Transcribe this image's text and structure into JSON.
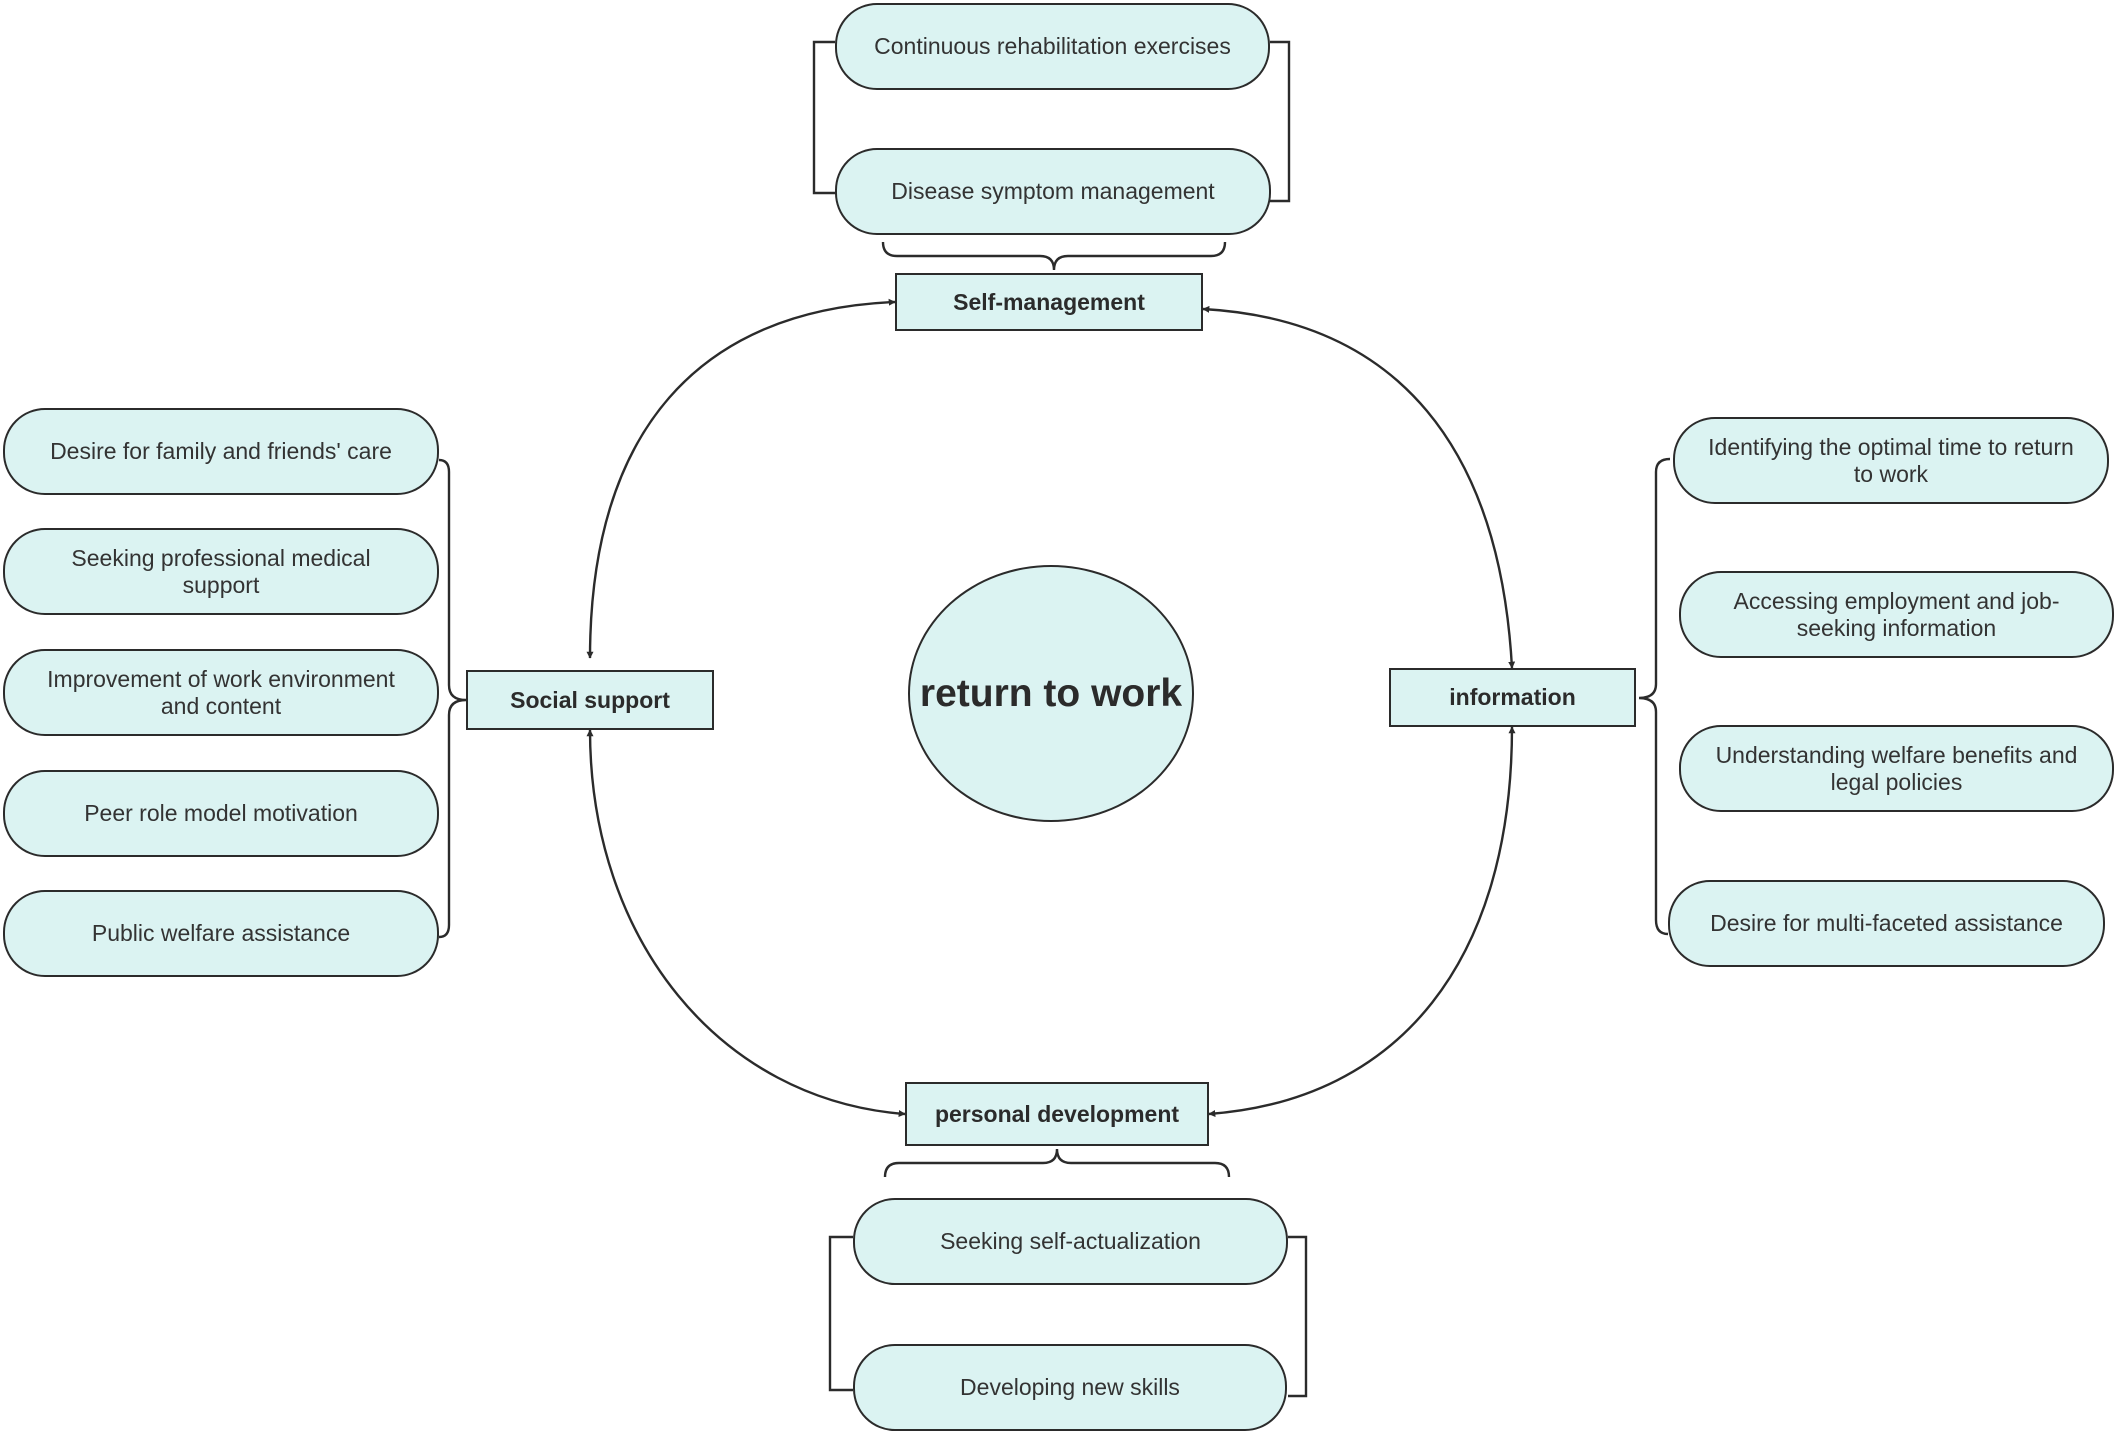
{
  "center": {
    "label": "return to work"
  },
  "categories": {
    "self_management": "Self-management",
    "social_support": "Social support",
    "information": "information",
    "personal_development": "personal development"
  },
  "self_management_items": [
    "Continuous rehabilitation exercises",
    "Disease symptom management"
  ],
  "social_support_items": [
    "Desire for family and friends' care",
    "Seeking professional medical support",
    "Improvement of work environment and content",
    "Peer role model motivation",
    "Public welfare assistance"
  ],
  "information_items": [
    "Identifying the optimal time to return to work",
    "Accessing employment and job-seeking information",
    "Understanding welfare benefits and legal policies",
    "Desire for multi-faceted assistance"
  ],
  "personal_development_items": [
    "Seeking self-actualization",
    "Developing new skills"
  ],
  "colors": {
    "node_fill": "#dbf3f2",
    "stroke": "#2b2b2b"
  }
}
